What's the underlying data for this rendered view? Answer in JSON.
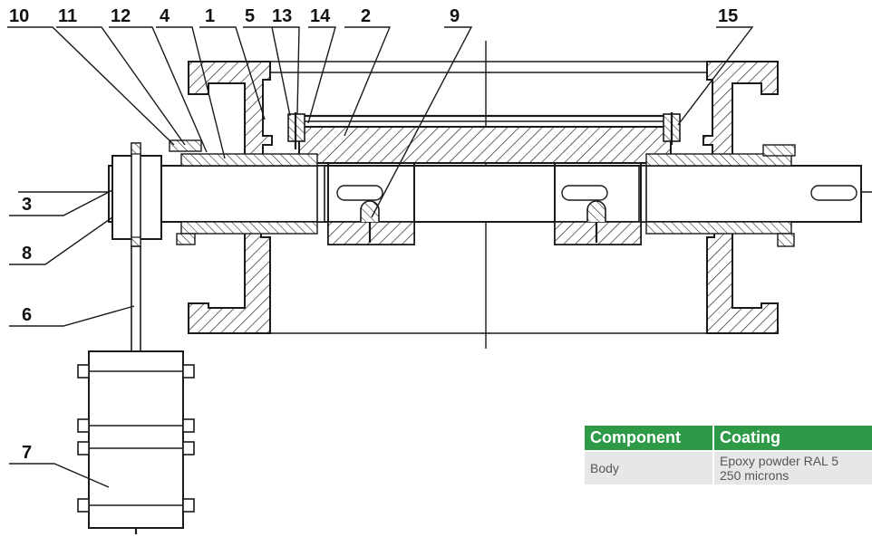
{
  "callouts": {
    "n10": "10",
    "n11": "11",
    "n12": "12",
    "n4": "4",
    "n1": "1",
    "n5": "5",
    "n13": "13",
    "n14": "14",
    "n2": "2",
    "n9": "9",
    "n15": "15",
    "n3": "3",
    "n8": "8",
    "n6": "6",
    "n7": "7"
  },
  "table": {
    "headers": [
      "Component",
      "Coating"
    ],
    "rows": [
      {
        "component": "Body",
        "coating_line1": "Epoxy powder RAL 5",
        "coating_line2": "250 microns"
      }
    ]
  },
  "colors": {
    "header_bg": "#2e9a48",
    "cell_bg": "#e7e7e7",
    "line": "#1a1a1a"
  }
}
